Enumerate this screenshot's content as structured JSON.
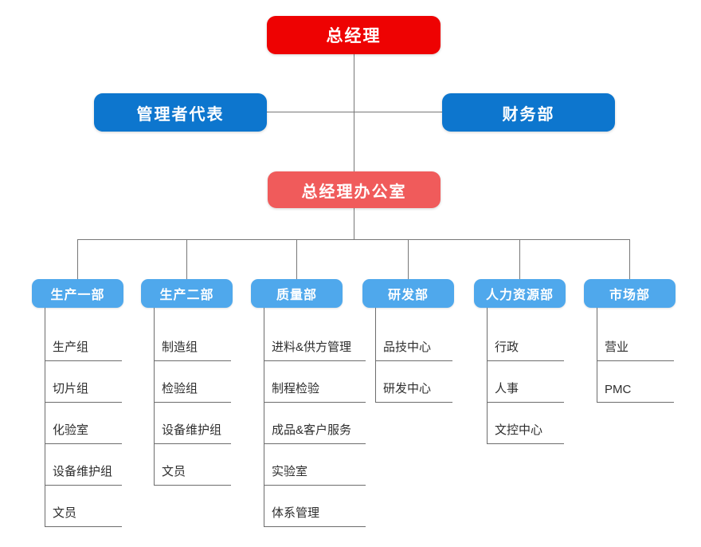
{
  "colors": {
    "root_red": "#ee0202",
    "level2_blue": "#0d76ce",
    "office_salmon": "#f05b5b",
    "department_light_blue": "#4fa8ec",
    "connector_gray": "#777777",
    "member_text": "#2e2e2e"
  },
  "org": {
    "root": {
      "label": "总经理"
    },
    "level2": [
      {
        "label": "管理者代表"
      },
      {
        "label": "财务部"
      }
    ],
    "office": {
      "label": "总经理办公室"
    },
    "departments": [
      {
        "label": "生产一部",
        "members": [
          "生产组",
          "切片组",
          "化验室",
          "设备维护组",
          "文员"
        ]
      },
      {
        "label": "生产二部",
        "members": [
          "制造组",
          "检验组",
          "设备维护组",
          "文员"
        ]
      },
      {
        "label": "质量部",
        "members": [
          "进料&供方管理",
          "制程检验",
          "成品&客户服务",
          "实验室",
          "体系管理"
        ]
      },
      {
        "label": "研发部",
        "members": [
          "品技中心",
          "研发中心"
        ]
      },
      {
        "label": "人力资源部",
        "members": [
          "行政",
          "人事",
          "文控中心"
        ]
      },
      {
        "label": "市场部",
        "members": [
          "营业",
          "PMC"
        ]
      }
    ]
  }
}
